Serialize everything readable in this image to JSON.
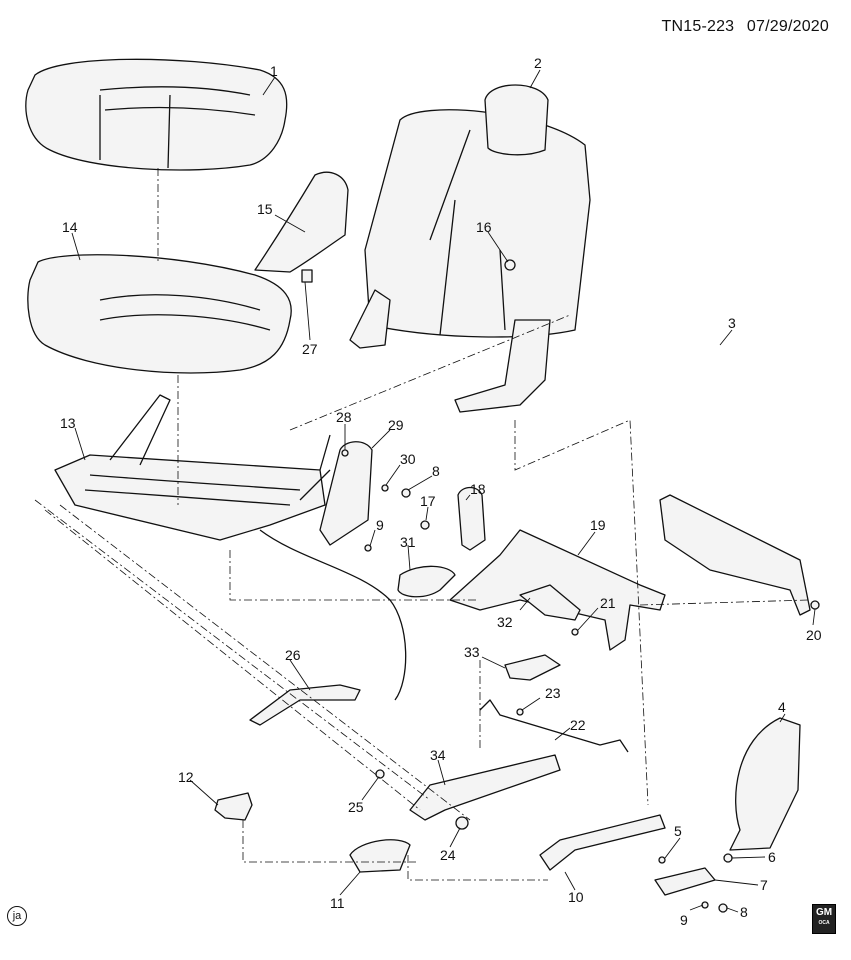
{
  "header": {
    "diagram_id": "TN15-223",
    "date": "07/29/2020"
  },
  "callouts": [
    "1",
    "2",
    "3",
    "4",
    "5",
    "6",
    "7",
    "8",
    "9",
    "10",
    "11",
    "12",
    "13",
    "14",
    "15",
    "16",
    "17",
    "18",
    "19",
    "20",
    "21",
    "22",
    "23",
    "24",
    "25",
    "26",
    "27",
    "28",
    "29",
    "30",
    "31",
    "32",
    "33",
    "34"
  ],
  "footer": {
    "artist_mark": "ja",
    "logo_text": "GM",
    "logo_subtext": "OCA"
  },
  "colors": {
    "line": "#111111",
    "fill": "#f4f4f4",
    "background": "#ffffff"
  }
}
